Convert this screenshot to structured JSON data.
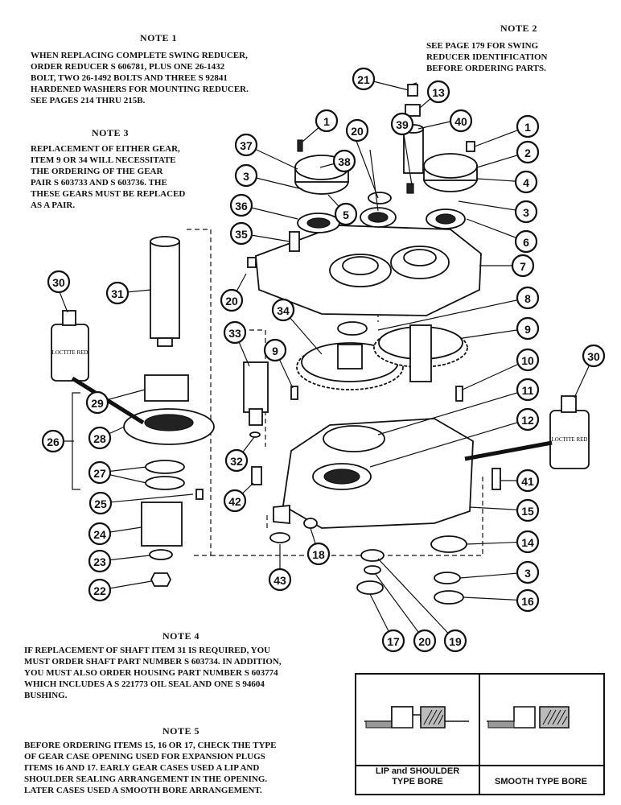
{
  "notes": {
    "note1": {
      "title": "NOTE 1",
      "body": "WHEN REPLACING COMPLETE SWING REDUCER,\nORDER REDUCER S 606781, PLUS ONE 26-1432\nBOLT, TWO 26-1492 BOLTS AND THREE S 92841\nHARDENED WASHERS FOR MOUNTING REDUCER.\nSEE PAGES 214 THRU 215B."
    },
    "note2": {
      "title": "NOTE 2",
      "body": "SEE PAGE 179 FOR SWING\nREDUCER IDENTIFICATION\nBEFORE ORDERING PARTS."
    },
    "note3": {
      "title": "NOTE 3",
      "body": "REPLACEMENT OF EITHER GEAR,\nITEM 9 OR 34 WILL NECESSITATE\nTHE ORDERING OF THE GEAR\nPAIR S 603733 AND S 603736. THE\nTHESE GEARS MUST BE REPLACED\nAS A PAIR."
    },
    "note4": {
      "title": "NOTE 4",
      "body": "IF REPLACEMENT OF SHAFT ITEM 31 IS REQUIRED, YOU\nMUST ORDER SHAFT PART NUMBER S 603734. IN ADDITION,\nYOU MUST ALSO ORDER HOUSING PART NUMBER S 603774\nWHICH INCLUDES A S 221773 OIL SEAL AND ONE S 94604\nBUSHING."
    },
    "note5": {
      "title": "NOTE 5",
      "body": "BEFORE ORDERING ITEMS 15, 16 OR 17, CHECK THE TYPE\nOF GEAR CASE OPENING USED FOR EXPANSION PLUGS\nITEMS 16 AND 17. EARLY GEAR CASES USED A LIP AND\nSHOULDER SEALING ARRANGEMENT IN THE OPENING.\nLATER CASES USED A SMOOTH BORE ARRANGEMENT."
    }
  },
  "bore_types": {
    "lip_shoulder": "LIP and SHOULDER\nTYPE BORE",
    "smooth": "SMOOTH TYPE BORE"
  },
  "loctite_label": "LOCTITE RED",
  "callouts": [
    "1",
    "20",
    "40",
    "13",
    "21",
    "1",
    "2",
    "37",
    "38",
    "39",
    "4",
    "3",
    "5",
    "3",
    "36",
    "6",
    "35",
    "7",
    "20",
    "30",
    "31",
    "8",
    "34",
    "9",
    "33",
    "9",
    "10",
    "30",
    "29",
    "28",
    "26",
    "11",
    "12",
    "32",
    "27",
    "41",
    "25",
    "42",
    "15",
    "24",
    "18",
    "14",
    "23",
    "43",
    "3",
    "22",
    "16",
    "17",
    "20",
    "19"
  ]
}
